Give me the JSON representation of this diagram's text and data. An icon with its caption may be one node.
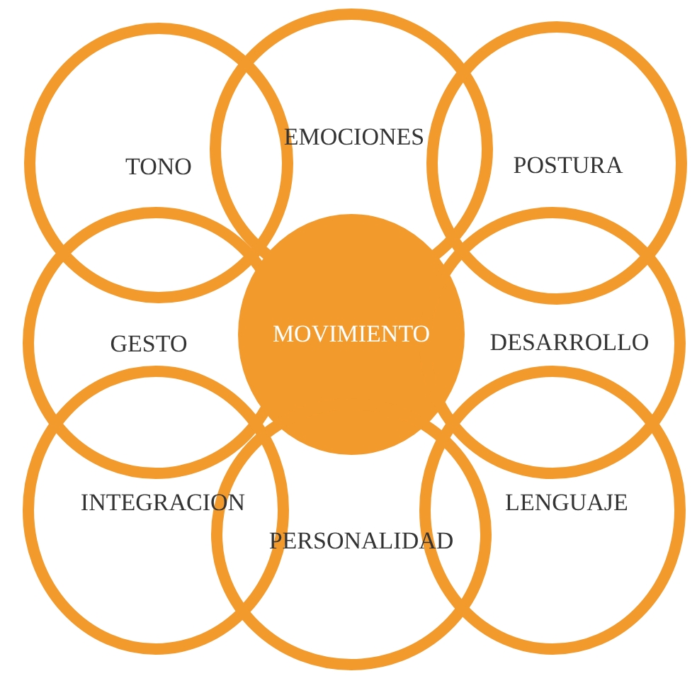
{
  "diagram": {
    "nodes": [
      {
        "text": [
          "TONO"
        ]
      },
      {
        "text": [
          "EMOCIONES"
        ]
      },
      {
        "text": [
          "POSTURA"
        ]
      },
      {
        "text": [
          "GESTO"
        ]
      },
      {
        "text": [
          "MOVIMIENTO"
        ]
      },
      {
        "text": [
          "DESARROLLO"
        ]
      },
      {
        "text": [
          "INTEGRACION"
        ]
      },
      {
        "text": [
          "PERSONALIDAD"
        ]
      },
      {
        "text": [
          "LENGUAJE"
        ]
      }
    ]
  }
}
